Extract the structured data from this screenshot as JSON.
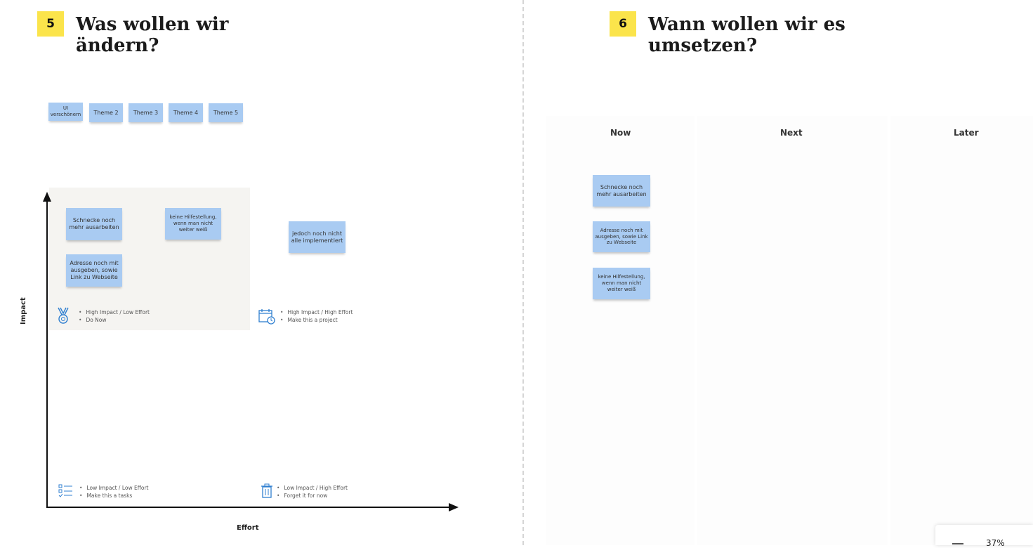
{
  "left_section": {
    "number": "5",
    "title_line1": "Was wollen wir",
    "title_line2": "ändern?",
    "themes": [
      "UI verschönern",
      "Theme 2",
      "Theme 3",
      "Theme 4",
      "Theme 5"
    ],
    "matrix": {
      "x_axis_label": "Effort",
      "y_axis_label": "Impact",
      "quadrants": {
        "top_left": {
          "line1": "High Impact / Low Effort",
          "line2": "Do Now",
          "icon": "medal-icon"
        },
        "top_right": {
          "line1": "High Impact / High Effort",
          "line2": "Make this a project",
          "icon": "calendar-clock-icon"
        },
        "bottom_left": {
          "line1": "Low Impact / Low Effort",
          "line2": "Make this a tasks",
          "icon": "checklist-icon"
        },
        "bottom_right": {
          "line1": "Low Impact / High Effort",
          "line2": "Forget it for now",
          "icon": "trash-icon"
        }
      },
      "notes": [
        "Schnecke noch mehr ausarbeiten",
        "keine Hilfestellung, wenn man nicht weiter weiß",
        "jedoch noch nicht alle implementiert",
        "Adresse noch mit ausgeben, sowie Link zu Webseite"
      ]
    }
  },
  "right_section": {
    "number": "6",
    "title_line1": "Wann wollen wir es",
    "title_line2": "umsetzen?",
    "columns": [
      "Now",
      "Next",
      "Later"
    ],
    "now_notes": [
      "Schnecke noch mehr ausarbeiten",
      "Adresse noch mit ausgeben, sowie Link zu Webseite",
      "keine Hilfestellung, wenn man nicht weiter weiß"
    ]
  },
  "zoom": {
    "level": "37%"
  },
  "colors": {
    "sticky_note": "#a9cbf2",
    "section_badge": "#fbe44b",
    "quadrant_shade": "#f5f4f1",
    "icon_blue": "#2f7fd0"
  }
}
